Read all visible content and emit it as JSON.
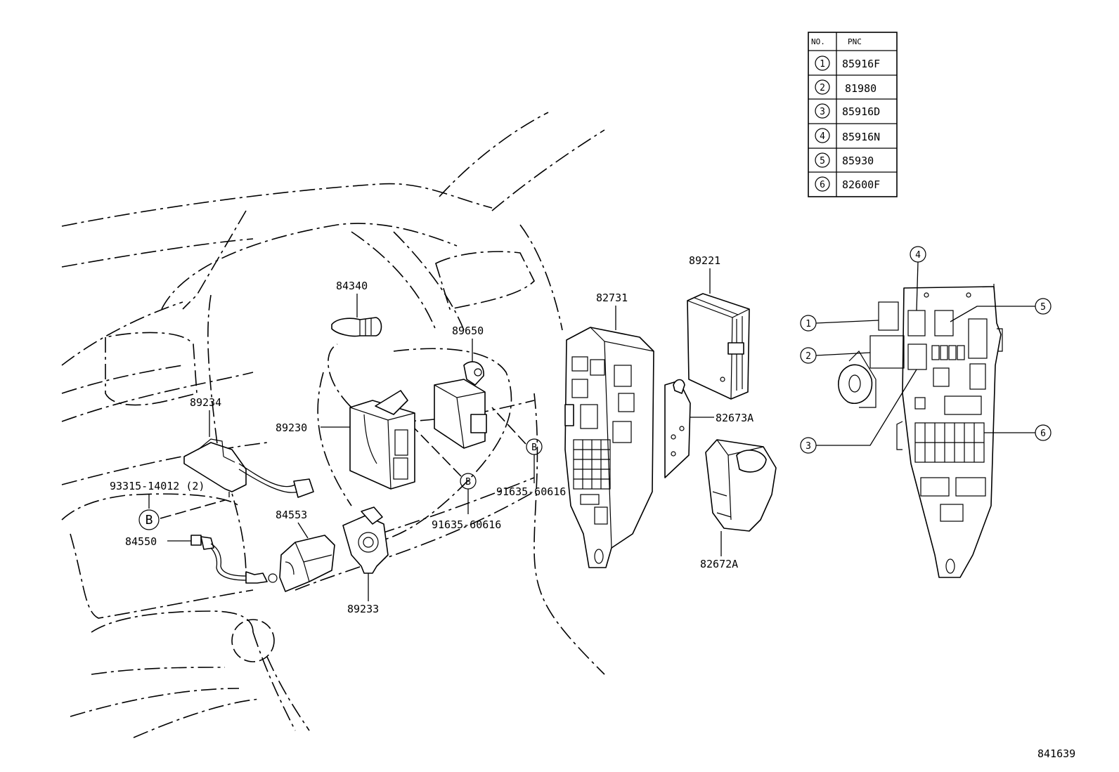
{
  "table": {
    "header_no": "NO.",
    "header_pnc": "PNC",
    "rows": [
      {
        "no": "1",
        "pnc": "85916F"
      },
      {
        "no": "2",
        "pnc": "81980"
      },
      {
        "no": "3",
        "pnc": "85916D"
      },
      {
        "no": "4",
        "pnc": "85916N"
      },
      {
        "no": "5",
        "pnc": "85930"
      },
      {
        "no": "6",
        "pnc": "82600F"
      }
    ]
  },
  "labels": {
    "p84340": "84340",
    "p89650": "89650",
    "p89234": "89234",
    "p89230": "89230",
    "p93315": "93315-14012 (2)",
    "p84553": "84553",
    "p84550": "84550",
    "p89233": "89233",
    "p91635a": "91635-60616",
    "p91635b": "91635-60616",
    "p89221": "89221",
    "p82731": "82731",
    "p82673a": "82673A",
    "p82672a": "82672A"
  },
  "ref_marks": {
    "b": "B"
  },
  "callouts": {
    "c1": "1",
    "c2": "2",
    "c3": "3",
    "c4": "4",
    "c5": "5",
    "c6": "6"
  },
  "footer": {
    "figure_number": "841639"
  }
}
